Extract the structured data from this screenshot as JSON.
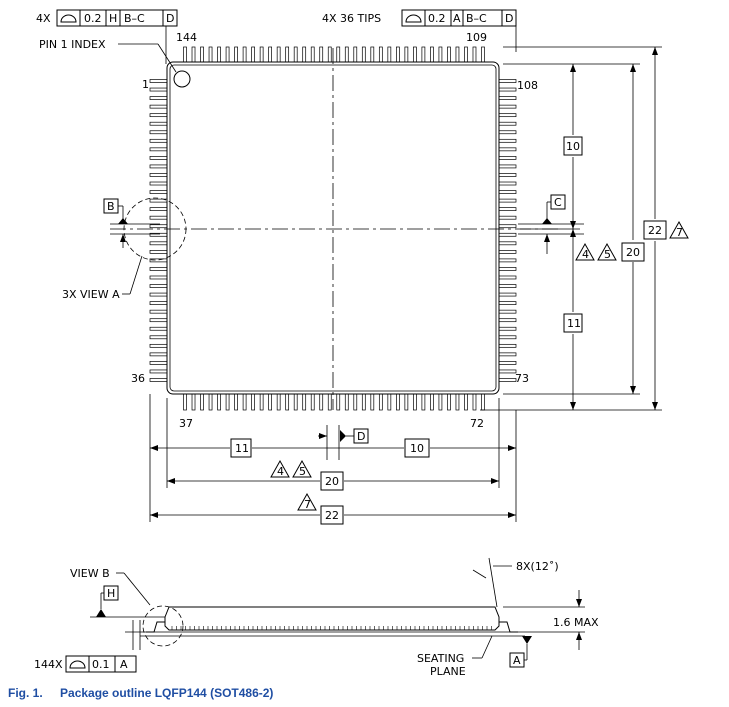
{
  "figure": {
    "caption_number": "Fig. 1.",
    "caption_title": "Package outline LQFP144 (SOT486-2)"
  },
  "top_fcf_left": {
    "count": "4X",
    "tolerance": "0.2",
    "datums": [
      "H",
      "B–C",
      "D"
    ]
  },
  "top_fcf_right": {
    "count": "4X 36 TIPS",
    "tolerance": "0.2",
    "datums": [
      "A",
      "B–C",
      "D"
    ]
  },
  "pin_labels": {
    "pin1_index": "PIN 1 INDEX",
    "p144": "144",
    "p109": "109",
    "p1": "1",
    "p108": "108",
    "p36": "36",
    "p73": "73",
    "p37": "37",
    "p72": "72"
  },
  "datums": {
    "b": "B",
    "c": "C",
    "d": "D",
    "h": "H",
    "a": "A"
  },
  "views": {
    "view_a": "3X VIEW A",
    "view_b": "VIEW B"
  },
  "dimensions": {
    "right_10": "10",
    "right_11": "11",
    "right_20": "20",
    "right_22": "22",
    "bottom_11": "11",
    "bottom_10": "10",
    "bottom_20": "20",
    "bottom_22": "22",
    "note_4": "4",
    "note_5": "5",
    "note_7": "7"
  },
  "side_view": {
    "angle": "8X(12˚)",
    "height": "1.6 MAX",
    "seating_line1": "SEATING",
    "seating_line2": "PLANE",
    "coplanarity_count": "144X",
    "coplanarity_tol": "0.1",
    "coplanarity_datum": "A"
  }
}
